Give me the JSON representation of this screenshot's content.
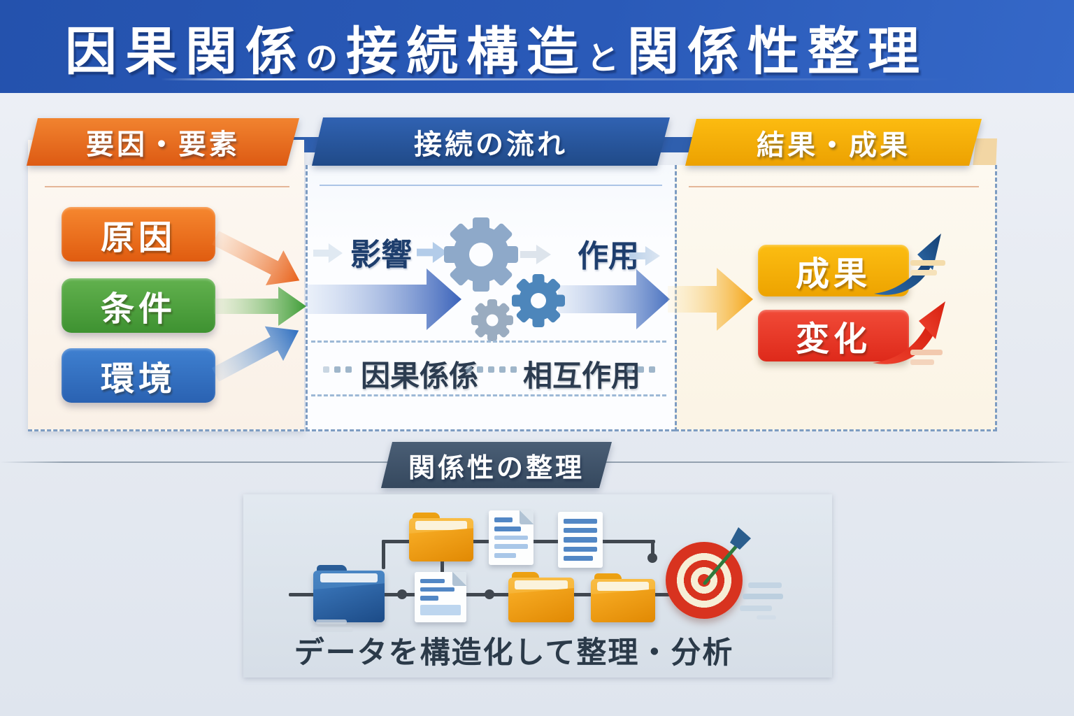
{
  "header": {
    "title_part1": "因果関係",
    "title_part2": "の",
    "title_part3": "接続構造",
    "title_part4": "と",
    "title_part5": "関係性整理",
    "bg_color": "#2a5ab8"
  },
  "columns": {
    "factors": {
      "title": "要因・要素",
      "accent_color": "#e9661d",
      "items": [
        {
          "label": "原因",
          "color": "#ee7017"
        },
        {
          "label": "条件",
          "color": "#4ba23b"
        },
        {
          "label": "環境",
          "color": "#2f6fbf"
        }
      ]
    },
    "flow": {
      "title": "接続の流れ",
      "accent_color": "#2b59a8",
      "label_influence": "影響",
      "label_action": "作用",
      "label_causal": "因果係係",
      "label_interaction": "相互作用"
    },
    "results": {
      "title": "結果・成果",
      "accent_color": "#f3ab05",
      "items": [
        {
          "label": "成果",
          "color": "#f5b40b"
        },
        {
          "label": "変化",
          "color": "#e63727"
        }
      ]
    }
  },
  "bottom": {
    "banner_title": "関係性の整理",
    "caption": "データを構造化して整理・分析",
    "banner_color": "#41546b",
    "panel_color": "#dee6ed"
  },
  "icons": {
    "gears": "gear-icon",
    "folders": "folder-icon",
    "documents": "document-icon",
    "target": "target-bullseye-icon",
    "dart": "dart-icon",
    "straight_arrows": "arrow-right-icon",
    "growth_arrows": "curved-growth-arrow-icon"
  }
}
